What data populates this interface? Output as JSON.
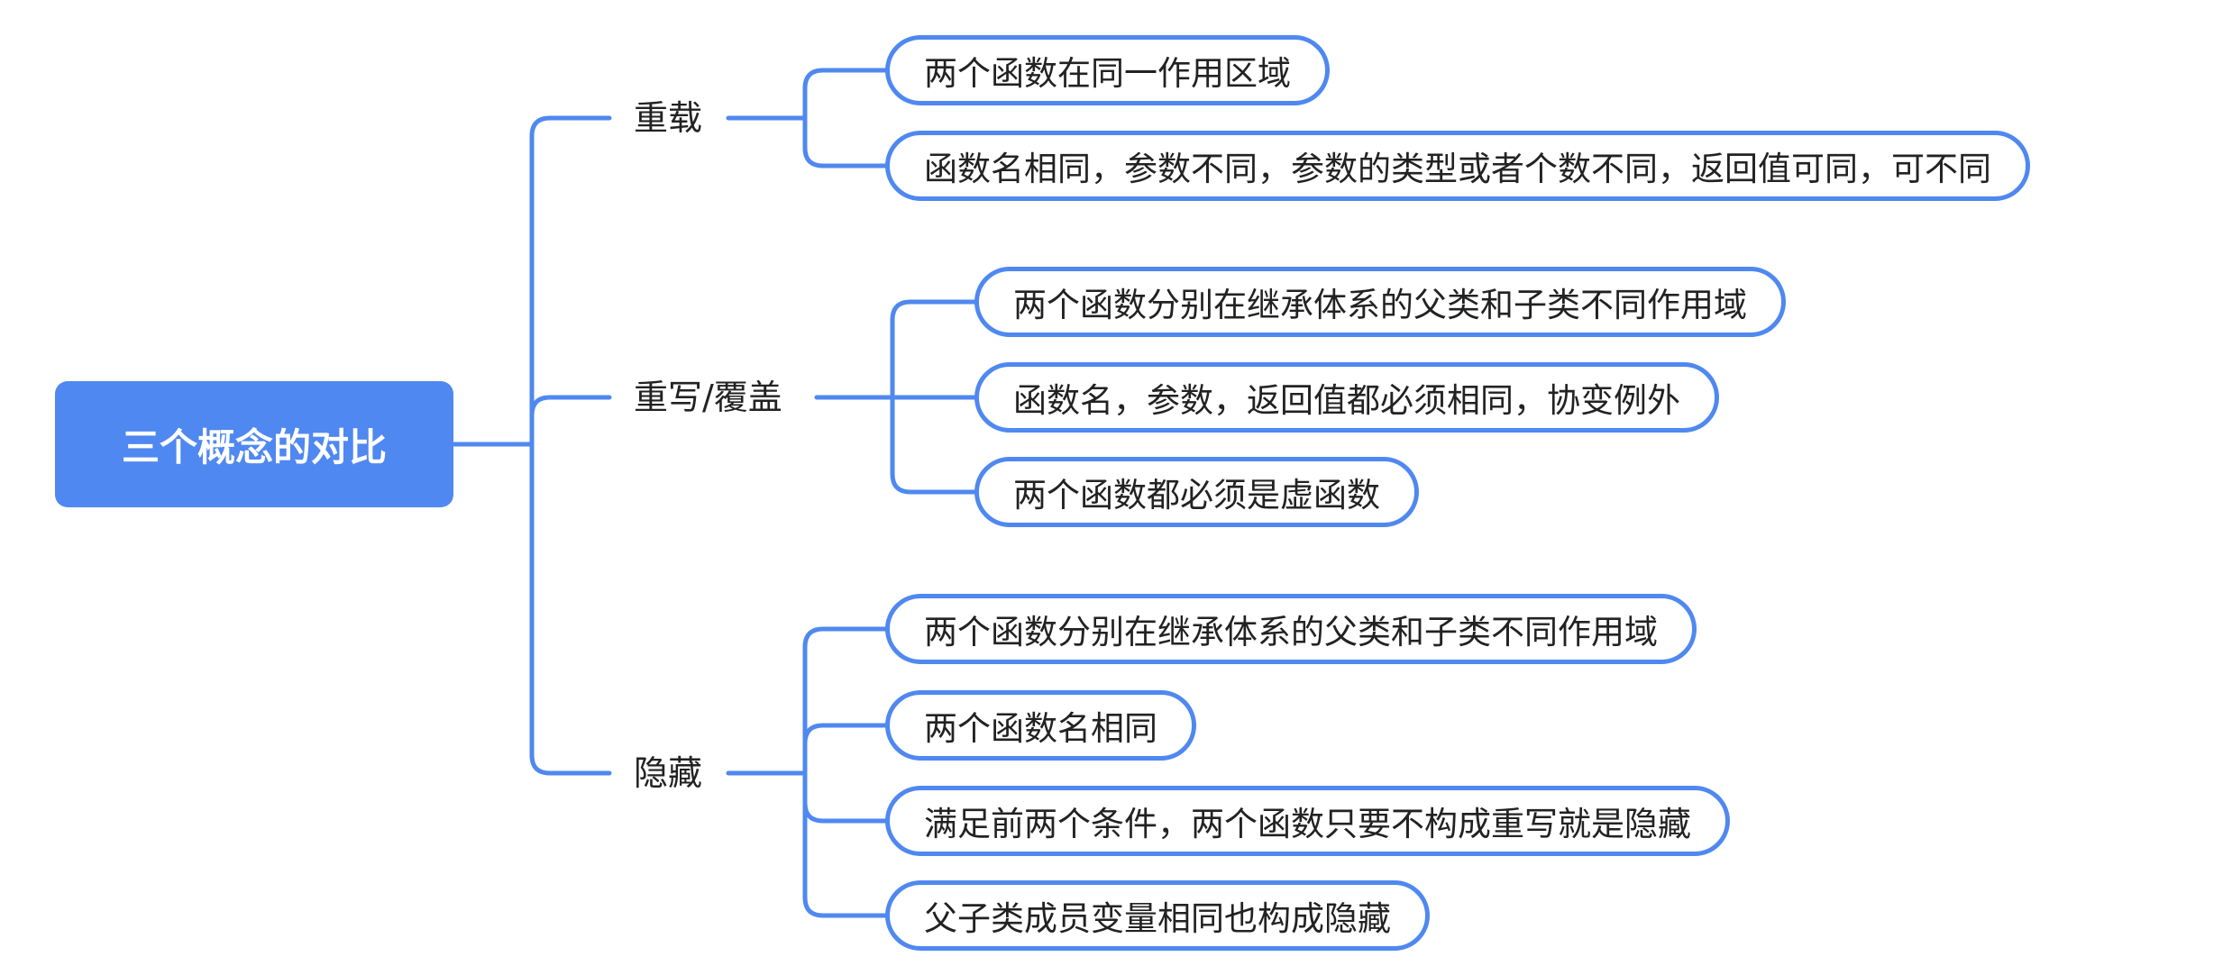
{
  "root": {
    "label": "三个概念的对比"
  },
  "branches": [
    {
      "label": "重载",
      "items": [
        "两个函数在同一作用区域",
        "函数名相同，参数不同，参数的类型或者个数不同，返回值可同，可不同"
      ]
    },
    {
      "label": "重写/覆盖",
      "items": [
        "两个函数分别在继承体系的父类和子类不同作用域",
        "函数名，参数，返回值都必须相同，协变例外",
        "两个函数都必须是虚函数"
      ]
    },
    {
      "label": "隐藏",
      "items": [
        "两个函数分别在继承体系的父类和子类不同作用域",
        "两个函数名相同",
        "满足前两个条件，两个函数只要不构成重写就是隐藏",
        "父子类成员变量相同也构成隐藏"
      ]
    }
  ],
  "colors": {
    "accent": "#4f88f0",
    "text": "#222222",
    "root_text": "#ffffff"
  }
}
